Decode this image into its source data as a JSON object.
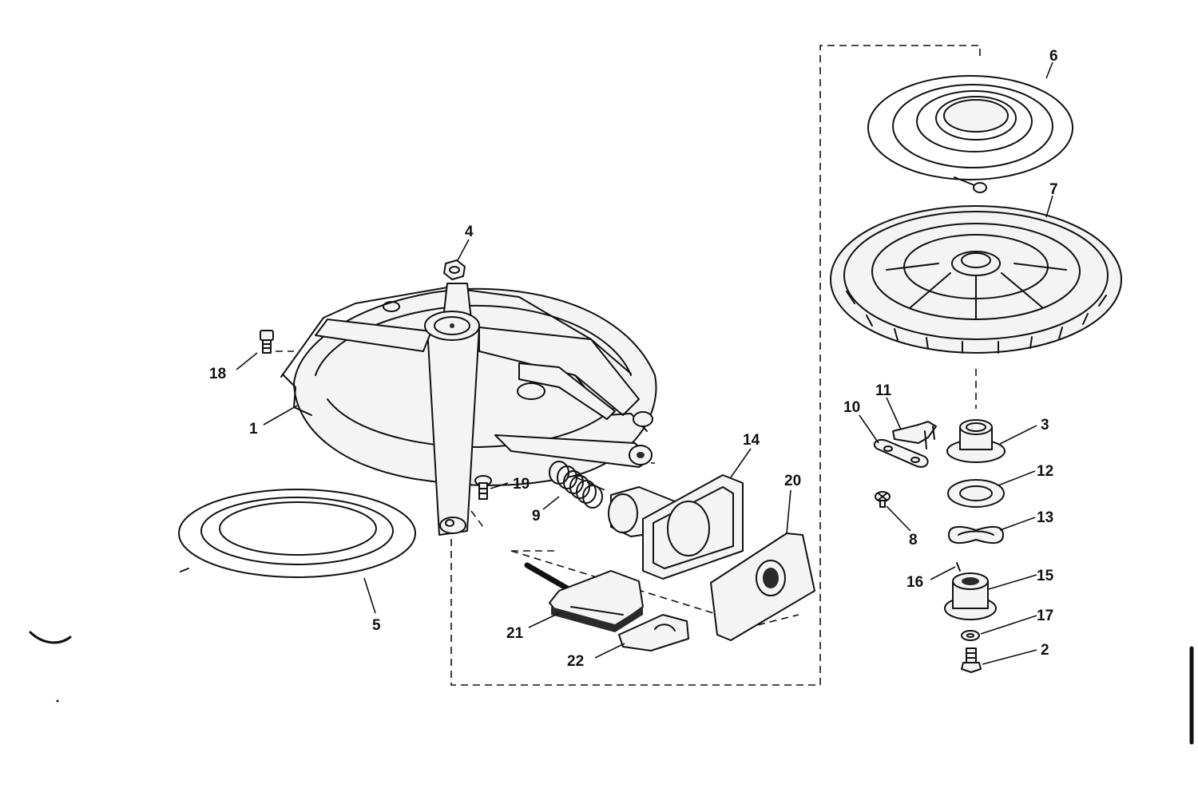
{
  "diagram": {
    "type": "exploded-parts-view",
    "callouts": [
      "1",
      "2",
      "3",
      "4",
      "5",
      "6",
      "7",
      "8",
      "9",
      "10",
      "11",
      "12",
      "13",
      "14",
      "15",
      "16",
      "17",
      "18",
      "19",
      "20",
      "21",
      "22"
    ]
  }
}
